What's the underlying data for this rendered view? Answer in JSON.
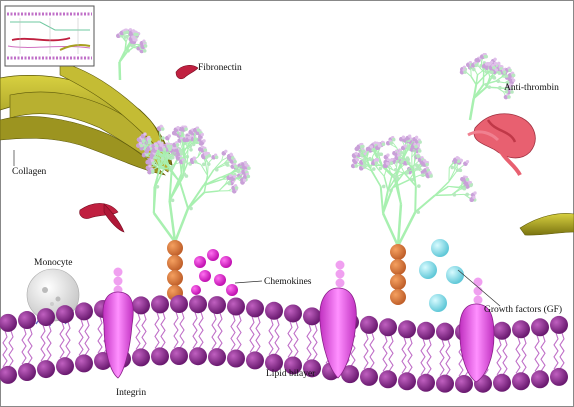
{
  "labels": {
    "fibronectin": "Fibronectin",
    "anti_thrombin": "Anti-thrombin",
    "collagen": "Collagen",
    "monocyte": "Monocyte",
    "chemokines": "Chemokines",
    "growth_factors": "Growth factors (GF)",
    "integrin": "Integrin",
    "lipid_bilayer": "Lipid bilayer"
  },
  "colors": {
    "membrane_head": "#8e2a8f",
    "tail": "#c070c8",
    "glycan_stem": "#a8f0b0",
    "glycan_tip": "#c9a0d8",
    "collagen": "#a8a020",
    "fibronectin": "#c02040",
    "anti_thrombin": "#e86070",
    "chemokine": "#e020d0",
    "growth_factor": "#8ee4ee",
    "core_protein": "#e07a30",
    "integrin": "#e060e0",
    "monocyte": "#e4e4e4"
  },
  "inset": {
    "description_visible": false
  }
}
